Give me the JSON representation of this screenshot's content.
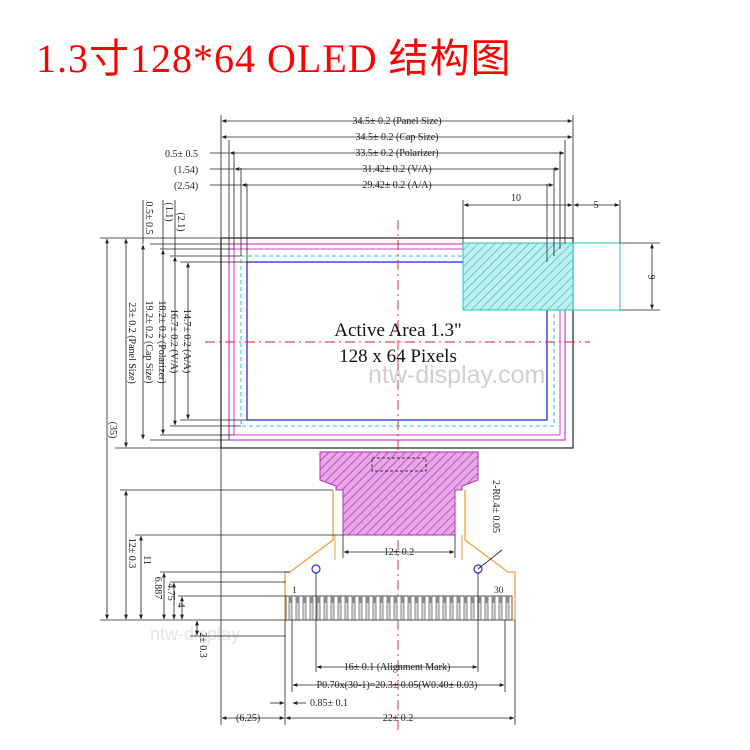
{
  "title": "1.3寸128*64 OLED 结构图",
  "active_area": {
    "line1": "Active Area 1.3\"",
    "line2": "128 x 64 Pixels"
  },
  "watermark": "ntw-display.com",
  "top_dims": {
    "panel": "34.5± 0.2 (Panel Size)",
    "cap": "34.5± 0.2 (Cap Size)",
    "polarizer": "33.5± 0.2 (Polarizer)",
    "va": "31.42± 0.2 (V/A)",
    "aa": "29.42± 0.2 (A/A)",
    "left_05": "0.5± 0.5",
    "left_154": "(1.54)",
    "left_254": "(2.54)"
  },
  "right_dims": {
    "w10": "10",
    "w5": "5",
    "h9": "9"
  },
  "left_dims": {
    "aa_h": "14.7± 0.2 (A/A)",
    "va_h": "16.7± 0.2 (V/A)",
    "pol_h": "18.2± 0.2 (Polarizer)",
    "cap_h": "19.2± 0.2 (Cap Size)",
    "panel_h": "23± 0.2 (Panel Size)",
    "total": "(35)",
    "v05": "0.5± 0.5",
    "v11": "(1.1)",
    "v21": "(2.1)",
    "fpc12": "12± 0.3",
    "v11b": "11",
    "v6887": "6.887",
    "v475": "4.75",
    "v4": "4",
    "v2": "2± 0.3"
  },
  "fpc": {
    "width12": "12± 0.2",
    "radius": "2-R0.4± 0.05",
    "pin1": "1",
    "pin30": "30"
  },
  "bottom_dims": {
    "align": "16± 0.1 (Alignment Mark)",
    "pitch": "P0.70x(30-1)=20.3± 0.05(W0.40± 0.03)",
    "d085": "0.85± 0.1",
    "d625": "(6.25)",
    "d22": "22± 0.2"
  },
  "colors": {
    "title": "#ff0000",
    "magenta": "#d23cd2",
    "cyan": "#22c8c8",
    "orange": "#f0a040",
    "blue": "#2a2ad8",
    "red_center": "#e02020"
  }
}
